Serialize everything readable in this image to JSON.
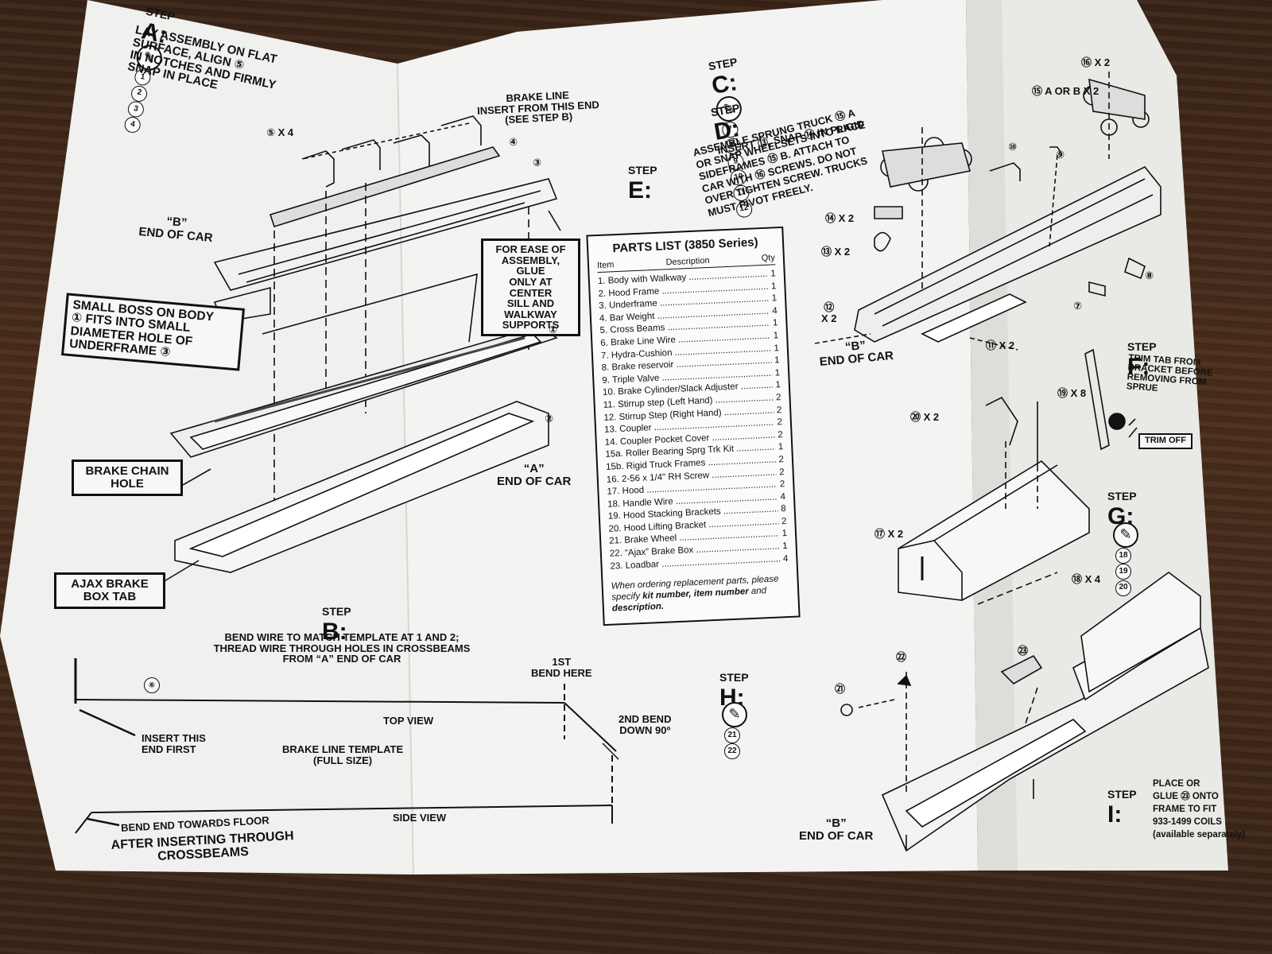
{
  "steps": {
    "a": {
      "word": "STEP",
      "letter": "A:",
      "text": "LAY ASSEMBLY ON FLAT\nSURFACE, ALIGN ⑤\nIN NOTCHES AND FIRMLY\nSNAP IN PLACE",
      "parts": [
        "1",
        "2",
        "3",
        "4"
      ]
    },
    "b": {
      "word": "STEP",
      "letter": "B:",
      "text": "BEND WIRE TO MATCH TEMPLATE AT 1 AND 2;\nTHREAD WIRE THROUGH HOLES IN CROSSBEAMS\nFROM “A” END OF CAR"
    },
    "c": {
      "word": "STEP",
      "letter": "C:",
      "parts": [
        "7",
        "8",
        "9",
        "10",
        "11",
        "12"
      ]
    },
    "d": {
      "word": "STEP",
      "letter": "D:",
      "text": "INSERT ⑬, SNAP ⑭ IN PLACE"
    },
    "e": {
      "word": "STEP",
      "letter": "E:",
      "text": "ASSEMBLE SPRUNG TRUCK ⑮ a\nOR SNAP WHEELSETS INTO RIGID\nSIDEFRAMES ⑮ b. ATTACH TO\nCAR WITH ⑯ SCREWS. DO NOT\nOVER TIGHTEN SCREW. TRUCKS\nMUST PIVOT FREELY."
    },
    "f": {
      "word": "STEP",
      "letter": "F:",
      "text": "TRIM TAB FROM\nBRACKET BEFORE\nREMOVING FROM\nSPRUE",
      "trim": "TRIM OFF"
    },
    "g": {
      "word": "STEP",
      "letter": "G:",
      "parts": [
        "18",
        "19",
        "20"
      ]
    },
    "h": {
      "word": "STEP",
      "letter": "H:",
      "parts": [
        "21",
        "22"
      ]
    },
    "i": {
      "word": "STEP",
      "letter": "I:",
      "text": "PLACE OR\nGLUE ㉓ ONTO\nFRAME TO FIT\n933-1499 COILS\n(available separately)"
    }
  },
  "callouts": {
    "brake_line_insert": "BRAKE LINE\nINSERT FROM THIS END\n(SEE STEP B)",
    "b_end_top": "“B”\nEND OF CAR",
    "a_end": "“A”\nEND OF CAR",
    "ease_assembly": "FOR EASE OF\nASSEMBLY, GLUE\nONLY AT CENTER\nSILL AND WALKWAY\nSUPPORTS",
    "small_boss": "SMALL BOSS ON BODY\n① FITS INTO SMALL\nDIAMETER HOLE OF\nUNDERFRAME ③",
    "brake_chain": "BRAKE CHAIN\nHOLE",
    "ajax_tab": "AJAX BRAKE\nBOX TAB",
    "b_end_right": "“B”\nEND OF CAR",
    "b_end_bottom": "“B”\nEND OF CAR",
    "part5": "⑤ x 4",
    "part4": "④",
    "part3": "③",
    "part1": "①",
    "part2": "②",
    "part16": "⑯ x 2",
    "part15": "⑮ a or b x 2",
    "part10": "⑩",
    "part9": "⑨",
    "part14": "⑭ x 2",
    "part13": "⑬ x 2",
    "part12": "⑫\nx 2",
    "part11": "⑪ x 2",
    "part8": "⑧",
    "part7": "⑦",
    "part20": "⑳ x 2",
    "part19": "⑲ x 8",
    "part17": "⑰ x 2",
    "part18": "⑱ x 4",
    "part22": "㉒",
    "part21": "㉑",
    "part23": "㉓"
  },
  "template": {
    "part": "⑥",
    "first_bend": "1st\nBEND HERE",
    "second_bend": "2nd BEND\nDOWN 90º",
    "top_view": "TOP VIEW",
    "insert_first": "INSERT THIS\nEND FIRST",
    "title": "BRAKE LINE TEMPLATE\n(FULL SIZE)",
    "side_view": "SIDE VIEW",
    "bend_floor": "BEND END TOWARDS FLOOR",
    "after_inserting": "AFTER INSERTING THROUGH\nCROSSBEAMS"
  },
  "parts_list": {
    "title": "PARTS LIST (3850 Series)",
    "col_item": "Item",
    "col_desc": "Description",
    "col_qty": "Qty",
    "items": [
      {
        "n": "1.",
        "d": "Body with Walkway",
        "q": "1"
      },
      {
        "n": "2.",
        "d": "Hood Frame",
        "q": "1"
      },
      {
        "n": "3.",
        "d": "Underframe",
        "q": "1"
      },
      {
        "n": "4.",
        "d": "Bar Weight",
        "q": "4"
      },
      {
        "n": "5.",
        "d": "Cross Beams",
        "q": "1"
      },
      {
        "n": "6.",
        "d": "Brake Line Wire",
        "q": "1"
      },
      {
        "n": "7.",
        "d": "Hydra-Cushion",
        "q": "1"
      },
      {
        "n": "8.",
        "d": "Brake  reservoir",
        "q": "1"
      },
      {
        "n": "9.",
        "d": "Triple Valve",
        "q": "1"
      },
      {
        "n": "10.",
        "d": "Brake Cylinder/Slack Adjuster",
        "q": "1"
      },
      {
        "n": "11.",
        "d": "Stirrup step (Left Hand)",
        "q": "2"
      },
      {
        "n": "12.",
        "d": "Stirrup Step (Right Hand)",
        "q": "2"
      },
      {
        "n": "13.",
        "d": "Coupler",
        "q": "2"
      },
      {
        "n": "14.",
        "d": "Coupler Pocket Cover",
        "q": "2"
      },
      {
        "n": "15a.",
        "d": "Roller Bearing Sprg Trk Kit",
        "q": "1"
      },
      {
        "n": "15b.",
        "d": "Rigid Truck Frames",
        "q": "2"
      },
      {
        "n": "16.",
        "d": "2-56 x 1/4\" RH Screw",
        "q": "2"
      },
      {
        "n": "17.",
        "d": "Hood",
        "q": "2"
      },
      {
        "n": "18.",
        "d": "Handle Wire",
        "q": "4"
      },
      {
        "n": "19.",
        "d": "Hood Stacking Brackets",
        "q": "8"
      },
      {
        "n": "20.",
        "d": "Hood Lifting Bracket",
        "q": "2"
      },
      {
        "n": "21.",
        "d": "Brake  Wheel",
        "q": "1"
      },
      {
        "n": "22.",
        "d": "“Ajax” Brake Box",
        "q": "1"
      },
      {
        "n": "23.",
        "d": "Loadbar",
        "q": "4"
      }
    ],
    "note_pre": "When ordering replacement parts, please specify ",
    "note_b1": "kit number, item number",
    "note_mid": " and ",
    "note_b2": "description."
  },
  "colors": {
    "paper": "#f1f1ef",
    "ink": "#111111",
    "table": "#3f2818"
  },
  "icons": {
    "glue": "glue-tube-icon"
  }
}
